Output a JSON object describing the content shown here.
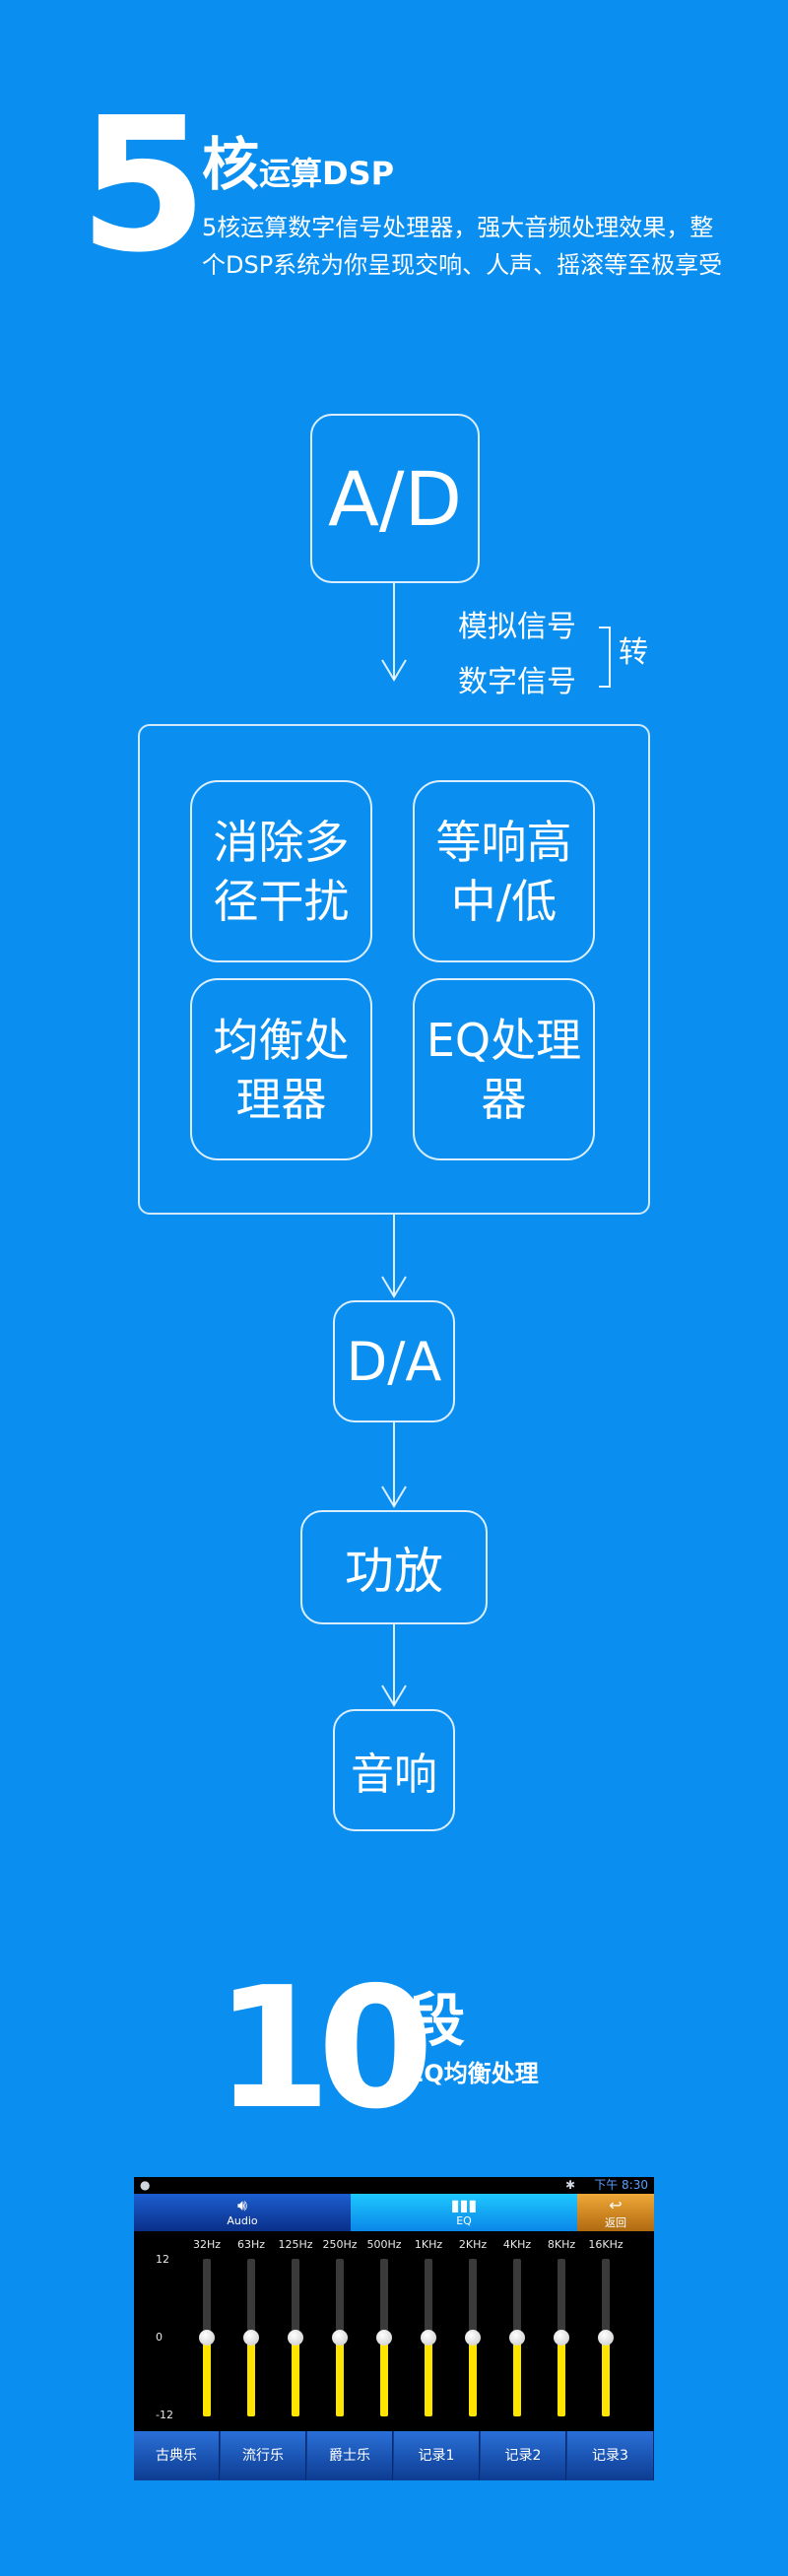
{
  "core": {
    "number": "5",
    "title_big": "核",
    "title_small": "运算DSP",
    "desc": "5核运算数字信号处理器，强大音频处理效果，整个DSP系统为你呈现交响、人声、摇滚等至极享受"
  },
  "flow": {
    "ad": "A/D",
    "signal_analog": "模拟信号",
    "signal_digital": "数字信号",
    "convert": "转",
    "boxes": [
      "消除多径干扰",
      "等响高中/低",
      "均衡处理器",
      "EQ处理器"
    ],
    "da": "D/A",
    "amp": "功放",
    "speaker": "音响"
  },
  "band": {
    "number": "10",
    "title": "段",
    "subtitle": "EQ均衡处理"
  },
  "eq": {
    "status_time": "下午 8:30",
    "tabs": {
      "audio": "Audio",
      "eq": "EQ",
      "back": "返回"
    },
    "scale": {
      "top": "12",
      "mid": "0",
      "bottom": "-12"
    },
    "frequencies": [
      "32Hz",
      "63Hz",
      "125Hz",
      "250Hz",
      "500Hz",
      "1KHz",
      "2KHz",
      "4KHz",
      "8KHz",
      "16KHz"
    ],
    "levels": [
      0,
      0,
      0,
      0,
      0,
      0,
      0,
      0,
      0,
      0
    ],
    "presets": [
      "古典乐",
      "流行乐",
      "爵士乐",
      "记录1",
      "记录2",
      "记录3"
    ]
  }
}
